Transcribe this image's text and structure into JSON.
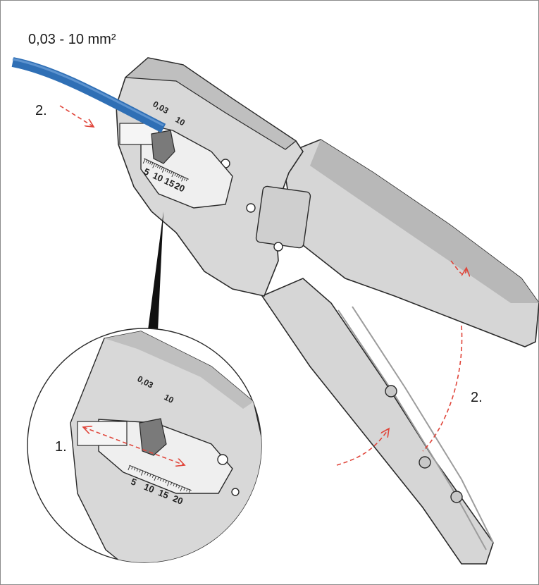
{
  "diagram": {
    "range_label": "0,03 - 10 mm²",
    "steps": {
      "insert": "2.",
      "squeeze": "2.",
      "adjust": "1."
    },
    "tool_range_min": "0,03",
    "tool_range_max": "10",
    "scale_ticks": [
      "5",
      "10",
      "15",
      "20"
    ],
    "zoom_range_min": "0,03",
    "zoom_range_max": "10",
    "zoom_scale_ticks": [
      "5",
      "10",
      "15",
      "20"
    ]
  },
  "colors": {
    "cable": "#2f6fb5",
    "tool_body": "#d6d6d6",
    "tool_shadow": "#9c9c9c",
    "arrow": "#e0453a",
    "outline": "#2a2a2a"
  }
}
